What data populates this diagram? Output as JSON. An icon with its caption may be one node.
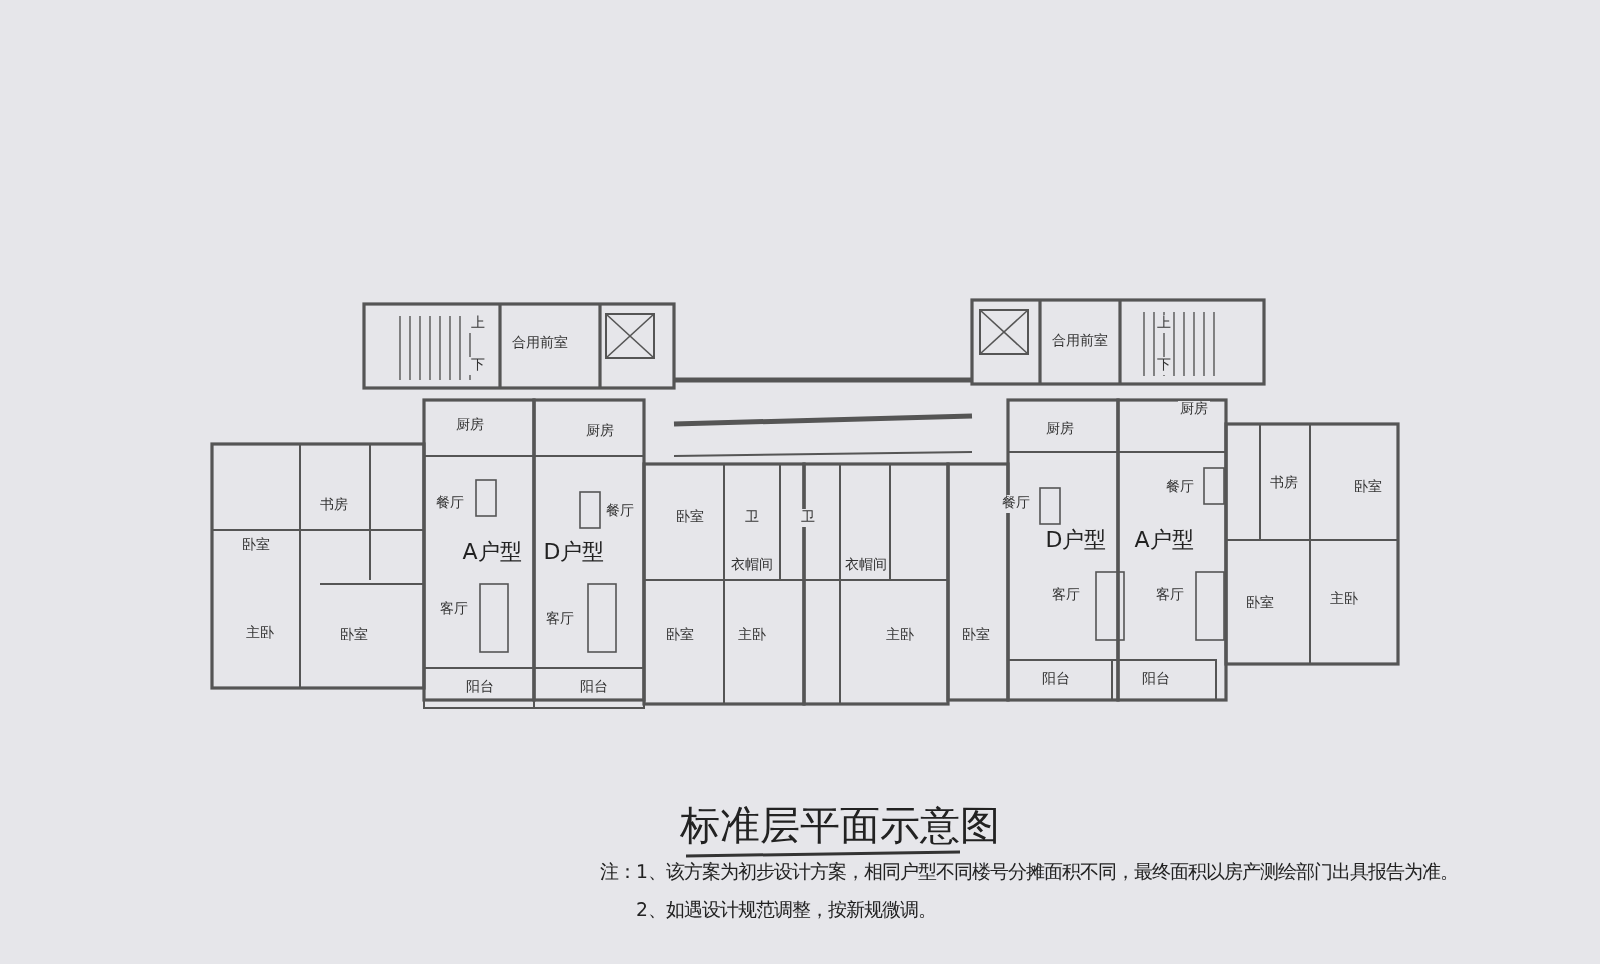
{
  "diagram": {
    "title": "标准层平面示意图",
    "labels": [
      "上",
      "下",
      "合用前室",
      "厨房",
      "书房",
      "卧室",
      "餐厅",
      "A户型",
      "D户型",
      "餐厅",
      "厨房",
      "主卧",
      "卧室",
      "客厅",
      "客厅",
      "阳台",
      "阳台",
      "卧室",
      "卫",
      "卫",
      "衣帽间",
      "衣帽间",
      "卧室",
      "主卧",
      "主卧",
      "卧室",
      "合用前室",
      "上",
      "下",
      "厨房",
      "厨房",
      "餐厅",
      "餐厅",
      "D户型",
      "A户型",
      "客厅",
      "客厅",
      "阳台",
      "阳台",
      "书房",
      "卧室",
      "卧室",
      "主卧",
      "注：1、该方案为初步设计方案，相同户型不同楼号分摊面积不同，最终面积以房产测绘部门出具报告为准。",
      "2、如遇设计规范调整，按新规微调。"
    ]
  }
}
